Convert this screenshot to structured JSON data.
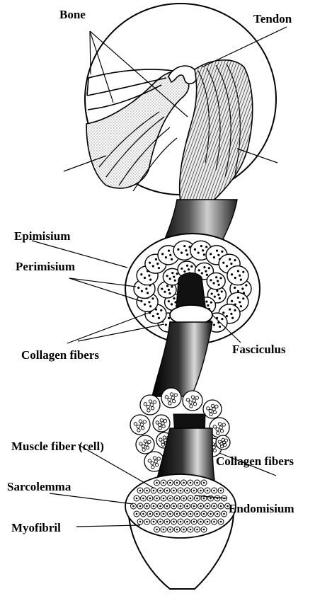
{
  "figure": {
    "labels": {
      "bone": "Bone",
      "tendon": "Tendon",
      "epimisium": "Epimisium",
      "perimisium": "Perimisium",
      "collagen_fibers_upper": "Collagen fibers",
      "fasciculus": "Fasciculus",
      "muscle_fiber": "Muscle fiber (cell)",
      "collagen_fibers_lower": "Collagen fibers",
      "sarcolemma": "Sarcolemma",
      "endomisium": "Endomisium",
      "myofibril": "Myofibril"
    }
  }
}
